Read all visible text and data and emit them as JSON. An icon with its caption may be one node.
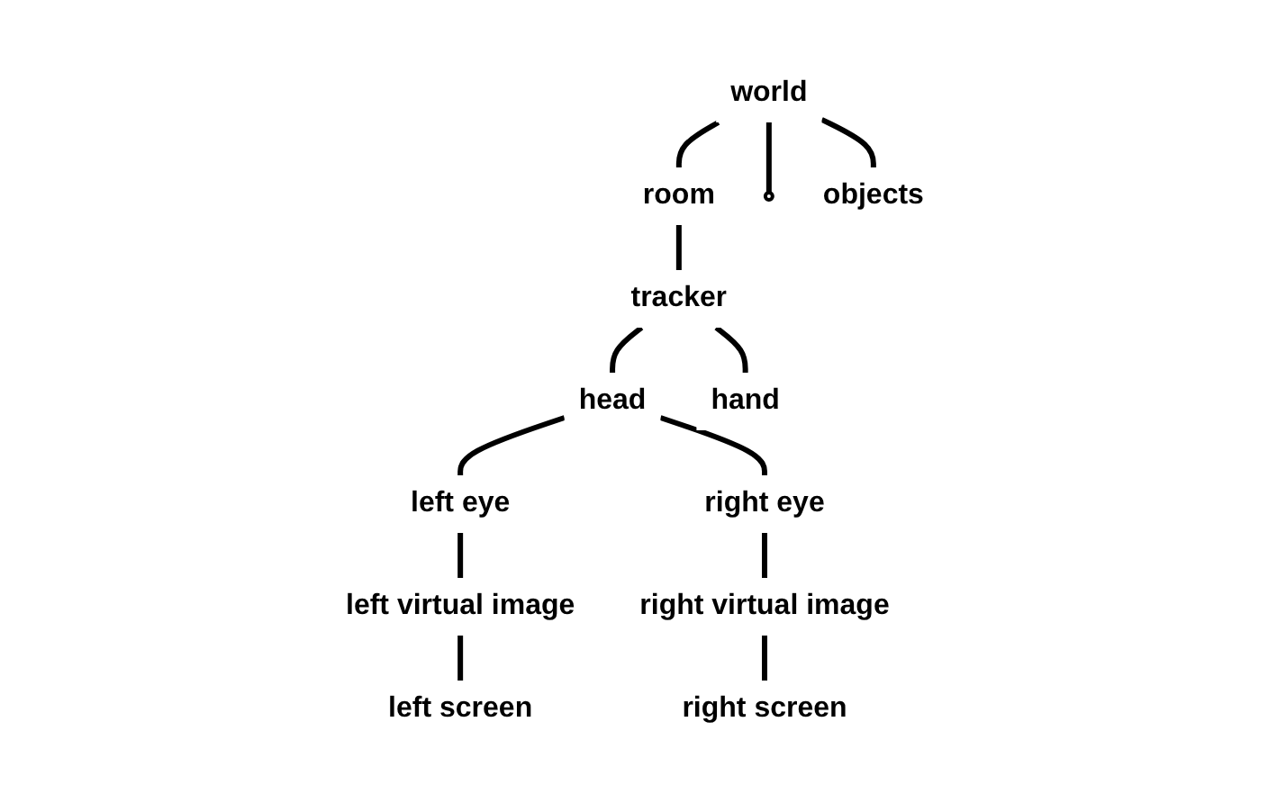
{
  "diagram": {
    "nodes": [
      {
        "text": [
          "world"
        ]
      },
      {
        "text": [
          "room"
        ]
      },
      {
        "text": [],
        "shape": "circle"
      },
      {
        "text": [
          "objects"
        ]
      },
      {
        "text": [
          "tracker"
        ]
      },
      {
        "text": [
          "head"
        ]
      },
      {
        "text": [
          "hand"
        ]
      },
      {
        "text": [
          "left eye"
        ]
      },
      {
        "text": [
          "right eye"
        ]
      },
      {
        "text": [
          "left virtual image"
        ]
      },
      {
        "text": [
          "right virtual image"
        ]
      },
      {
        "text": [
          "left screen"
        ]
      },
      {
        "text": [
          "right screen"
        ]
      }
    ],
    "edges": [
      {
        "from": 0,
        "to": 1,
        "arrow": "none"
      },
      {
        "from": 0,
        "to": 2,
        "arrow": "none"
      },
      {
        "from": 0,
        "to": 3,
        "arrow": "none"
      },
      {
        "from": 1,
        "to": 4,
        "arrow": "none"
      },
      {
        "from": 4,
        "to": 5,
        "arrow": "none"
      },
      {
        "from": 4,
        "to": 6,
        "arrow": "none"
      },
      {
        "from": 5,
        "to": 7,
        "arrow": "none"
      },
      {
        "from": 5,
        "to": 8,
        "arrow": "none"
      },
      {
        "from": 7,
        "to": 9,
        "arrow": "none"
      },
      {
        "from": 8,
        "to": 10,
        "arrow": "none"
      },
      {
        "from": 9,
        "to": 11,
        "arrow": "none"
      },
      {
        "from": 10,
        "to": 12,
        "arrow": "none"
      }
    ]
  }
}
